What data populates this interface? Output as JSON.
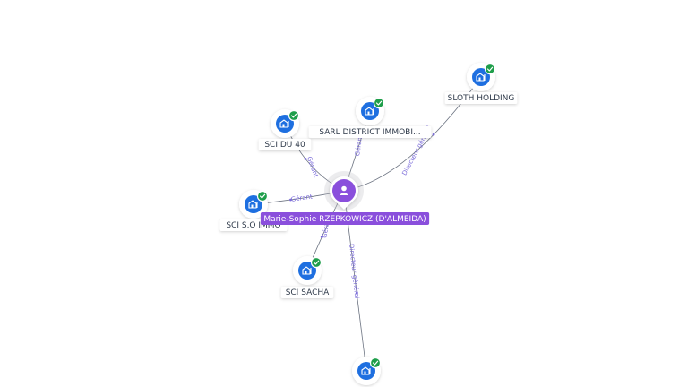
{
  "person": {
    "name": "Marie-Sophie RZEPKOWICZ (D'ALMEIDA)",
    "icon": "person-icon",
    "color": "#8a4fdc"
  },
  "companies": [
    {
      "id": "sloth",
      "label": "SLOTH HOLDING",
      "icon": "building-icon"
    },
    {
      "id": "sarl",
      "label": "SARL DISTRICT IMMOBI...",
      "icon": "building-icon"
    },
    {
      "id": "sci40",
      "label": "SCI DU 40",
      "icon": "building-icon"
    },
    {
      "id": "scio",
      "label": "SCI S.O IMMO",
      "icon": "building-icon"
    },
    {
      "id": "sacha",
      "label": "SCI SACHA",
      "icon": "building-icon"
    },
    {
      "id": "bottom",
      "label": "",
      "icon": "building-icon"
    }
  ],
  "edges": [
    {
      "to": "sloth",
      "label": "Directeur général"
    },
    {
      "to": "sarl",
      "label": "Gérant"
    },
    {
      "to": "sci40",
      "label": "Gérant"
    },
    {
      "to": "scio",
      "label": "Gérant"
    },
    {
      "to": "sacha",
      "label": "Gérant"
    },
    {
      "to": "bottom",
      "label": "Directeur général"
    }
  ],
  "colors": {
    "company_fill": "#1e6fe0",
    "check_badge": "#1e9e4a",
    "edge": "#6b7280",
    "edge_label": "#7b6cd9"
  }
}
